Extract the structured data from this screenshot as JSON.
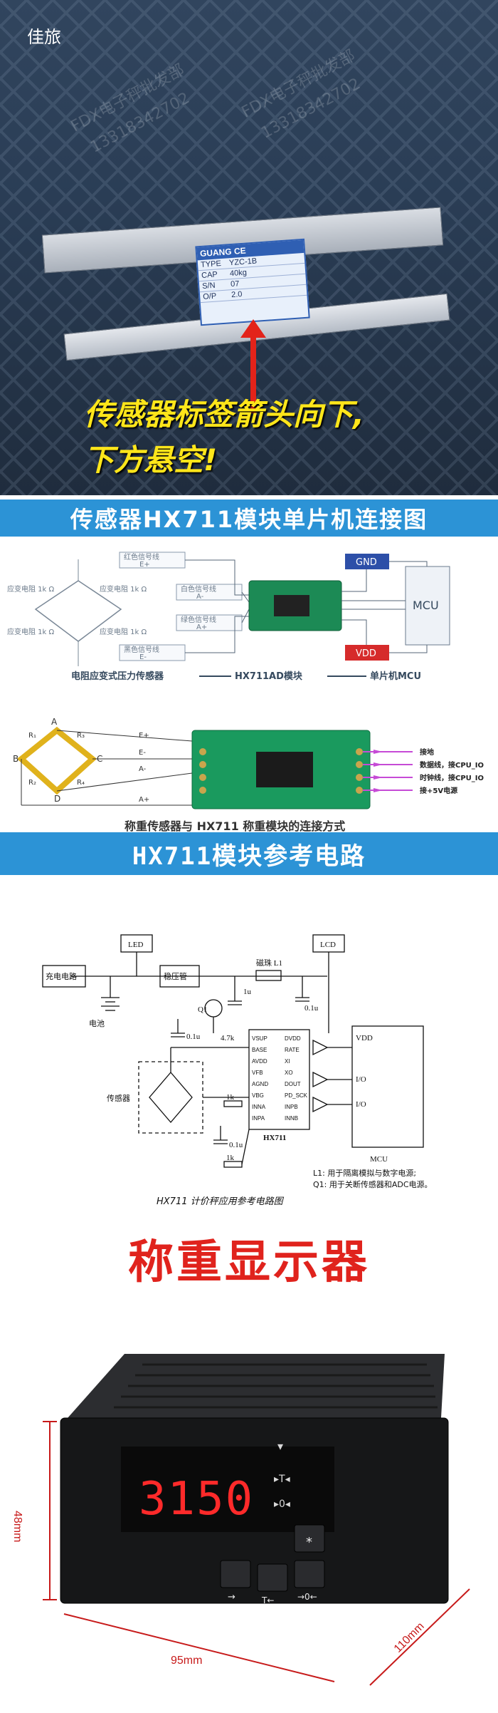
{
  "photo": {
    "brand": "佳旅",
    "watermark_lines": [
      "FDX电子秤批发部",
      "13318342702",
      "FDX电子秤批发部",
      "13318342702"
    ],
    "sensor_label": {
      "brand": "GUANG CE",
      "rows": [
        {
          "k": "TYPE",
          "v": "YZC-1B"
        },
        {
          "k": "CAP",
          "v": "40kg"
        },
        {
          "k": "S/N",
          "v": "07"
        },
        {
          "k": "O/P",
          "v": "2.0"
        }
      ]
    },
    "warning_line1": "传感器标签箭头向下,",
    "warning_line2": "下方悬空!",
    "colors": {
      "warning": "#ffe61a",
      "arrow": "#e3231a"
    }
  },
  "section_wiring": {
    "title": "传感器HX711模块单片机连接图",
    "bridge_labels": {
      "red": "红色信号线",
      "red_sig": "E+",
      "white": "白色信号线",
      "white_sig": "A-",
      "green": "绿色信号线",
      "green_sig": "A+",
      "black": "黑色信号线",
      "black_sig": "E-",
      "resistor": "应变电阻 1k Ω"
    },
    "gnd": "GND",
    "vdd": "VDD",
    "mcu": "MCU",
    "flow_caption": [
      "电阻应变式压力传感器",
      "HX711AD模块",
      "单片机MCU"
    ],
    "module_pins_left": [
      "E+",
      "E-",
      "A-",
      "A+"
    ],
    "bridge_nodes": [
      "A",
      "B",
      "C",
      "D"
    ],
    "bridge_resistors": [
      "R₁",
      "R₂",
      "R₃",
      "R₄"
    ],
    "module_pins_right": [
      "接地",
      "数据线，接CPU_IO",
      "时钟线，接CPU_IO",
      "接+5V电源"
    ],
    "bottom_caption": "称重传感器与 HX711 称重模块的连接方式"
  },
  "section_circuit": {
    "title": "HX711模块参考电路",
    "boxes": {
      "led": "LED",
      "lcd": "LCD",
      "charger": "充电电路",
      "battery": "电池",
      "regulator": "稳压管",
      "sensor": "传感器",
      "chip": "HX711",
      "mcu": "MCU",
      "mcu_vdd": "VDD",
      "mcu_io1": "I/O",
      "mcu_io2": "I/O"
    },
    "parts": {
      "q1": "Q1",
      "r47": "4.7k",
      "c01a": "0.1u",
      "c01b": "0.1u",
      "c01c": "0.1u",
      "c1": "1u",
      "ferrite": "磁珠 L1",
      "r1a": "1k",
      "r1b": "1k"
    },
    "chip_pins_left": [
      "VSUP",
      "BASE",
      "AVDD",
      "VFB",
      "AGND",
      "VBG",
      "INNA",
      "INPA"
    ],
    "chip_pins_right": [
      "DVDD",
      "RATE",
      "XI",
      "XO",
      "DOUT",
      "PD_SCK",
      "INPB",
      "INNB"
    ],
    "notes": [
      "L1: 用于隔离模拟与数字电源;",
      "Q1: 用于关断传感器和ADC电源。"
    ],
    "caption": "HX711 计价秤应用参考电路图"
  },
  "display_title": "称重显示器",
  "product": {
    "reading": "3150",
    "dims": {
      "height": "48mm",
      "width": "95mm",
      "depth": "110mm"
    },
    "buttons": [
      "→",
      "T←",
      "→0←",
      "*"
    ]
  }
}
